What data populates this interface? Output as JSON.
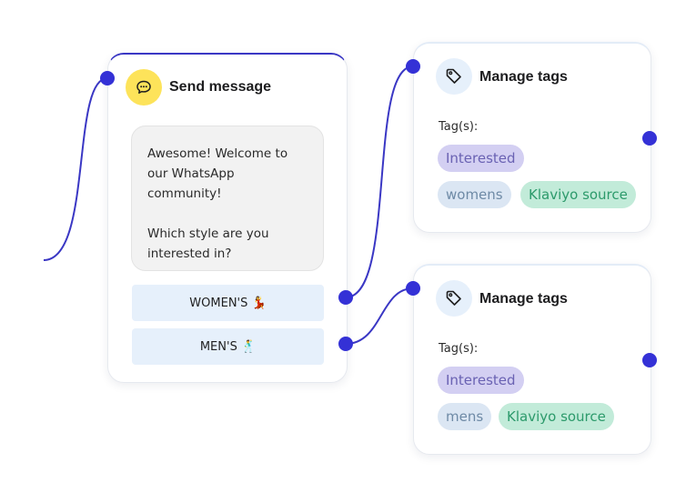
{
  "colors": {
    "wire": "#3a37c4",
    "handle": "#3431d6",
    "message_icon_bg": "#fde35a",
    "tag_icon_bg": "#e6f0fb"
  },
  "send_message": {
    "icon": "chat-bubble-icon",
    "title": "Send message",
    "message_line1": "Awesome! Welcome to our WhatsApp community!",
    "message_line2": "Which style are you interested in?",
    "buttons": [
      "WOMEN'S 💃",
      "MEN'S 🕺"
    ]
  },
  "tag_cards": [
    {
      "icon": "tag-icon",
      "title": "Manage tags",
      "tags_label": "Tag(s):",
      "tags": [
        "Interested",
        "womens",
        "Klaviyo source"
      ]
    },
    {
      "icon": "tag-icon",
      "title": "Manage tags",
      "tags_label": "Tag(s):",
      "tags": [
        "Interested",
        "mens",
        "Klaviyo source"
      ]
    }
  ]
}
